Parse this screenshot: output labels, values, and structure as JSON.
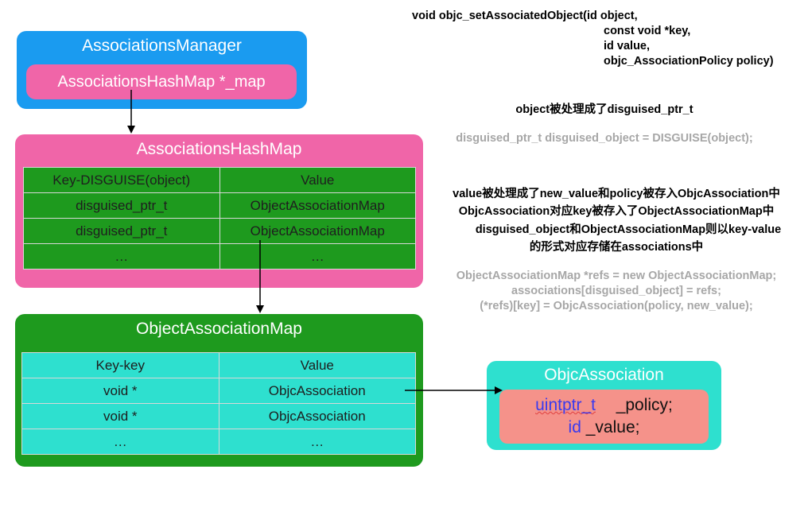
{
  "manager": {
    "title": "AssociationsManager",
    "field": "AssociationsHashMap *_map",
    "color": "#1a9bf0",
    "field_color": "#f065a8"
  },
  "hash_map": {
    "title": "AssociationsHashMap",
    "color": "#f065a8",
    "cell_color": "#1e9a1e",
    "headers": [
      "Key-DISGUISE(object)",
      "Value"
    ],
    "rows": [
      [
        "disguised_ptr_t",
        "ObjectAssociationMap"
      ],
      [
        "disguised_ptr_t",
        "ObjectAssociationMap"
      ],
      [
        "…",
        "…"
      ]
    ]
  },
  "object_map": {
    "title": "ObjectAssociationMap",
    "color": "#1e9a1e",
    "cell_color": "#2ee0cf",
    "headers": [
      "Key-key",
      "Value"
    ],
    "rows": [
      [
        "void *",
        "ObjcAssociation"
      ],
      [
        "void *",
        "ObjcAssociation"
      ],
      [
        "…",
        "…"
      ]
    ]
  },
  "objc_association": {
    "title": "ObjcAssociation",
    "color": "#2ee0cf",
    "inner_color": "#f5928a",
    "line1_type": "uintptr_t",
    "line1_name": "_policy;",
    "line2_type": "id",
    "line2_name": "_value;",
    "type_color": "#3a3aee"
  },
  "signature": {
    "line1": "void objc_setAssociatedObject(id object,",
    "line2": "const void *key,",
    "line3": "id value,",
    "line4": "objc_AssociationPolicy policy)"
  },
  "notes": {
    "object_note": "object被处理成了disguised_ptr_t",
    "disguise_code": "disguised_ptr_t disguised_object = DISGUISE(object);",
    "value_note_1": "value被处理成了new_value和policy被存入ObjcAssociation中",
    "value_note_2": "ObjcAssociation对应key被存入了ObjectAssociationMap中",
    "value_note_3": "disguised_object和ObjectAssociationMap则以key-value",
    "value_note_4": "的形式对应存储在associations中",
    "code_1": "ObjectAssociationMap *refs = new ObjectAssociationMap;",
    "code_2": "associations[disguised_object] = refs;",
    "code_3": "(*refs)[key] = ObjcAssociation(policy, new_value);"
  }
}
